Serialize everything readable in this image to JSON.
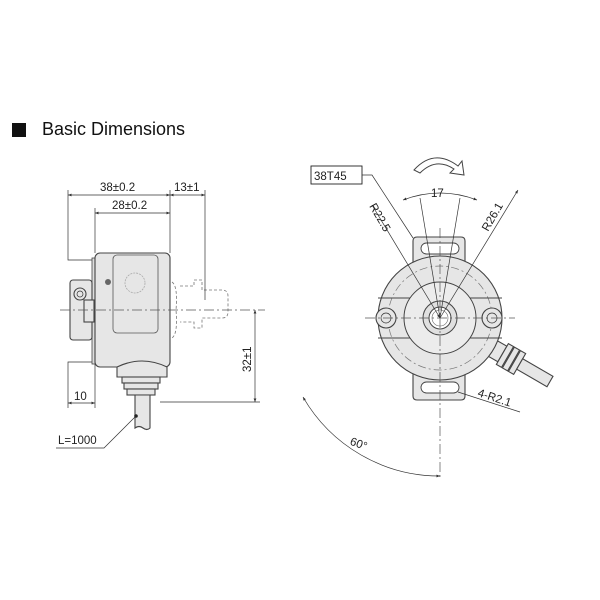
{
  "title": "Basic Dimensions",
  "side_view": {
    "dim_overall_length": "38±0.2",
    "dim_body_length": "28±0.2",
    "dim_shaft": "13±1",
    "dim_center_height": "32±1",
    "dim_flange": "10",
    "cable_length": "L=1000"
  },
  "front_view": {
    "label_box": "38T45",
    "dim_slot_angle": "17",
    "dim_r_inner": "R22.5",
    "dim_r_outer": "R26.1",
    "dim_slots": "4-R2.1",
    "dim_cable_angle": "60°"
  }
}
